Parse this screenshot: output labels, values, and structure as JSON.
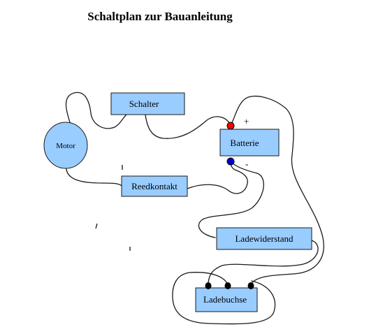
{
  "title": "Schaltplan zur Bauanleitung",
  "components": {
    "motor": "Motor",
    "schalter": "Schalter",
    "batterie": "Batterie",
    "reedkontakt": "Reedkontakt",
    "ladewiderstand": "Ladewiderstand",
    "ladebuchse": "Ladebuchse"
  },
  "terminals": {
    "plus": "+",
    "minus": "-"
  },
  "colors": {
    "box_fill": "#99ccff",
    "plus_terminal": "#ff0000",
    "minus_terminal": "#0000cc",
    "socket_pin": "#000000"
  }
}
